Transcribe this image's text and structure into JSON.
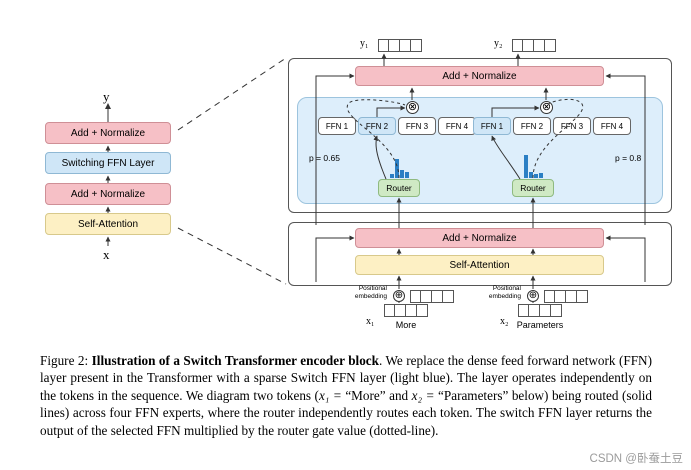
{
  "figure": {
    "left_block": {
      "output_label": "y",
      "input_label": "x",
      "boxes": [
        {
          "id": "add-norm-top",
          "label": "Add + Normalize"
        },
        {
          "id": "switching-ffn",
          "label": "Switching FFN Layer"
        },
        {
          "id": "add-norm-bottom",
          "label": "Add + Normalize"
        },
        {
          "id": "self-attention",
          "label": "Self-Attention"
        }
      ]
    },
    "right_block": {
      "top_outputs": [
        {
          "label": "y₁"
        },
        {
          "label": "y₂"
        }
      ],
      "add_normalize_top": "Add + Normalize",
      "add_normalize_bottom": "Add + Normalize",
      "self_attention": "Self-Attention",
      "experts_left": [
        "FFN 1",
        "FFN 2",
        "FFN 3",
        "FFN 4"
      ],
      "experts_right": [
        "FFN 1",
        "FFN 2",
        "FFN 3",
        "FFN 4"
      ],
      "routers": [
        {
          "label": "Router",
          "p": "p = 0.65"
        },
        {
          "label": "Router",
          "p": "p = 0.8"
        }
      ],
      "positional_embedding_label": "Positional\nembedding",
      "positional_embedding_line1": "Positional",
      "positional_embedding_line2": "embedding",
      "tokens": [
        {
          "var": "x₁",
          "word": "More"
        },
        {
          "var": "x₂",
          "word": "Parameters"
        }
      ],
      "plus_glyph": "⊕",
      "multiply_glyph": "⊗"
    },
    "colors": {
      "pink": "#f6c0c6",
      "blue": "#cfe6f7",
      "yellow": "#fdf0c4",
      "green": "#cfe9c4",
      "light_blue_panel": "#ddeefb",
      "bar": "#2b7fc4"
    }
  },
  "caption": {
    "prefix": "Figure 2: ",
    "bold": "Illustration of a Switch Transformer encoder block",
    "rest": ". We replace the dense feed forward network (FFN) layer present in the Transformer with a sparse Switch FFN layer (light blue). The layer operates independently on the tokens in the sequence. We diagram two tokens (",
    "math1": "x₁ =",
    "mid1": " “More” and ",
    "math2": "x₂ =",
    "mid2": " “Parameters” below) being routed (solid lines) across four FFN experts, where the router independently routes each token. The switch FFN layer returns the output of the selected FFN multiplied by the router gate value (dotted-line)."
  },
  "watermark": "CSDN @卧蚕土豆"
}
